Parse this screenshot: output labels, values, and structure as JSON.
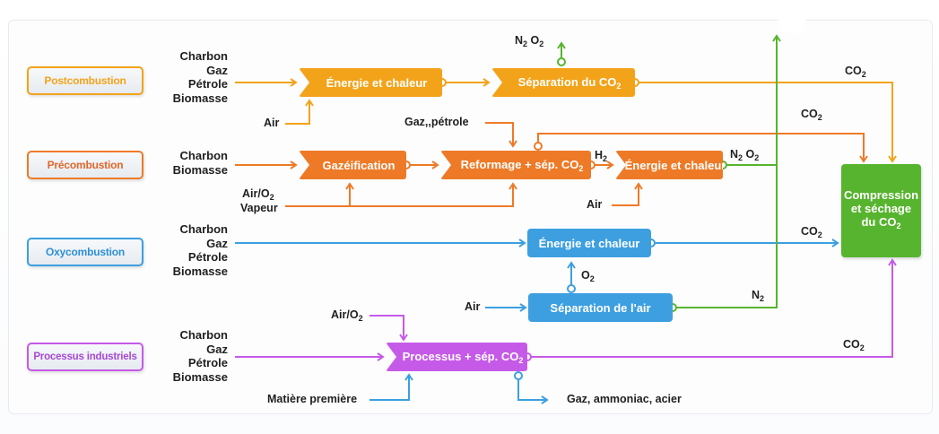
{
  "categories": [
    {
      "label": "Postcombustion",
      "color": "#f3a31a",
      "text_color": "#f3a31a"
    },
    {
      "label": "Précombustion",
      "color": "#ee7a27",
      "text_color": "#e0672a"
    },
    {
      "label": "Oxycombustion",
      "color": "#3d9fe0",
      "text_color": "#2e8fd6"
    },
    {
      "label": "Processus industriels",
      "color": "#c65ae8",
      "text_color": "#a848d4"
    }
  ],
  "fuels": {
    "postcombustion": "Charbon\nGaz\nPétrole\nBiomasse",
    "precombustion": "Charbon\nBiomasse",
    "oxycombustion": "Charbon\nGaz\nPétrole\nBiomasse",
    "industrial": "Charbon\nGaz\nPétrole\nBiomasse"
  },
  "boxes": {
    "post_energy": "Énergie et chaleur",
    "post_separation": "Séparation du CO",
    "pre_gasification": "Gazéification",
    "pre_reforming": "Reformage + sép. CO",
    "pre_energy": "Énergie et chaleur",
    "oxy_energy": "Énergie et chaleur",
    "oxy_air_separation": "Séparation de l'air",
    "ind_process": "Processus + sép. CO",
    "compression_line1": "Compression",
    "compression_line2": "et séchage",
    "compression_line3": "du CO"
  },
  "labels": {
    "post_air": "Air",
    "post_vent": "N",
    "pre_gas_input": "Gaz,,pétrole",
    "pre_h2": "H",
    "pre_air_o2": "Air/O",
    "pre_vapor": "Vapeur",
    "pre_air": "Air",
    "pre_vent": "N",
    "oxy_o2": "O",
    "oxy_air": "Air",
    "oxy_n2": "N",
    "ind_air_o2": "Air/O",
    "ind_raw": "Matière première",
    "ind_products": "Gaz, ammoniac, acier",
    "co2": "CO"
  },
  "subscripts": {
    "two": "2"
  },
  "colors": {
    "orange": "#f3a31a",
    "dark_orange": "#ee7a27",
    "blue": "#3d9fe0",
    "purple": "#c65ae8",
    "green": "#57b42e"
  }
}
